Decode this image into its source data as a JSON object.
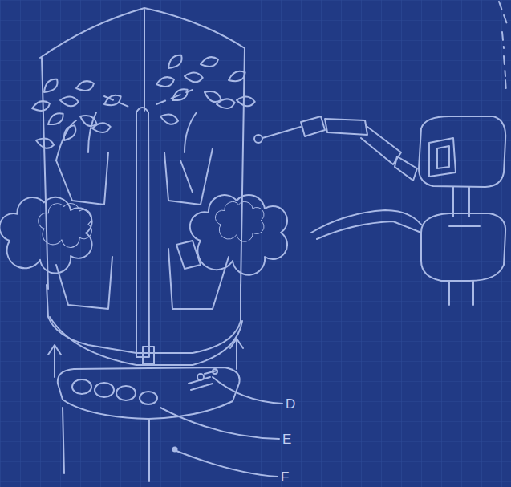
{
  "diagram": {
    "labels": [
      "D",
      "E",
      "F"
    ]
  }
}
